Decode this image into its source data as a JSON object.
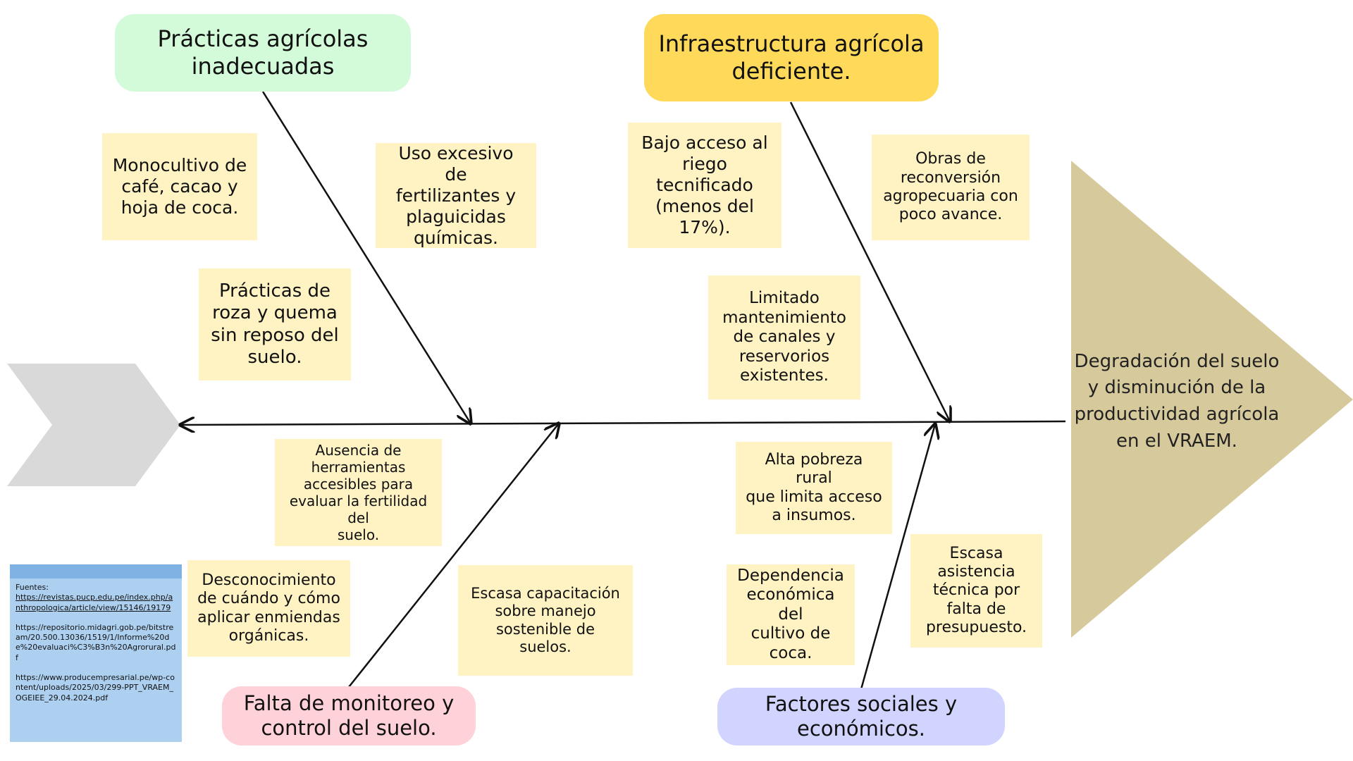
{
  "colors": {
    "cat_practicas": "#d3fad9",
    "cat_infra": "#ffd95a",
    "cat_monitoreo": "#ffd1d9",
    "cat_sociales": "#d0d4ff",
    "sticky": "#fff3c4",
    "effect": "#d6c99b",
    "tail": "#d9d9d9"
  },
  "categories": {
    "practicas": "Prácticas agrícolas\ninadecuadas",
    "infra": "Infraestructura agrícola\ndeficiente.",
    "monitoreo": "Falta de monitoreo y\ncontrol del suelo.",
    "sociales": "Factores sociales y\neconómicos."
  },
  "causes": {
    "monocultivo": "Monocultivo de\ncafé, cacao y\nhoja de coca.",
    "fertilizantes": "Uso excesivo de\nfertilizantes y\nplaguicidas\nquímicas.",
    "roza": "Prácticas de\nroza y quema\nsin reposo del\nsuelo.",
    "riego": "Bajo acceso al\nriego\ntecnificado\n(menos del 17%).",
    "obras": "Obras de\nreconversión\nagropecuaria con\npoco avance.",
    "canales": "Limitado\nmantenimiento\nde canales y\nreservorios\nexistentes.",
    "herramientas": "Ausencia de\nherramientas\naccesibles para\nevaluar la fertilidad del\nsuelo.",
    "enmiendas": "Desconocimiento\nde cuándo y cómo\naplicar enmiendas\norgánicas.",
    "capacitacion": "Escasa capacitación\nsobre manejo\nsostenible de suelos.",
    "pobreza": "Alta pobreza rural\nque limita acceso\na insumos.",
    "dependencia": "Dependencia\neconómica del\ncultivo de\ncoca.",
    "asistencia": "Escasa\nasistencia\ntécnica por\nfalta de\npresupuesto."
  },
  "effect": "Degradación del suelo\ny disminución de la\nproductividad agrícola\nen el VRAEM.",
  "sources": {
    "label": "Fuentes:",
    "links": [
      "https://revistas.pucp.edu.pe/index.php/anthropologica/article/view/15146/19179",
      "https://repositorio.midagri.gob.pe/bitstream/20.500.13036/1519/1/Informe%20de%20evaluaci%C3%B3n%20Agrorural.pdf",
      "https://www.producempresarial.pe/wp-content/uploads/2025/03/299-PPT_VRAEM_OGEIEE_29.04.2024.pdf"
    ]
  }
}
